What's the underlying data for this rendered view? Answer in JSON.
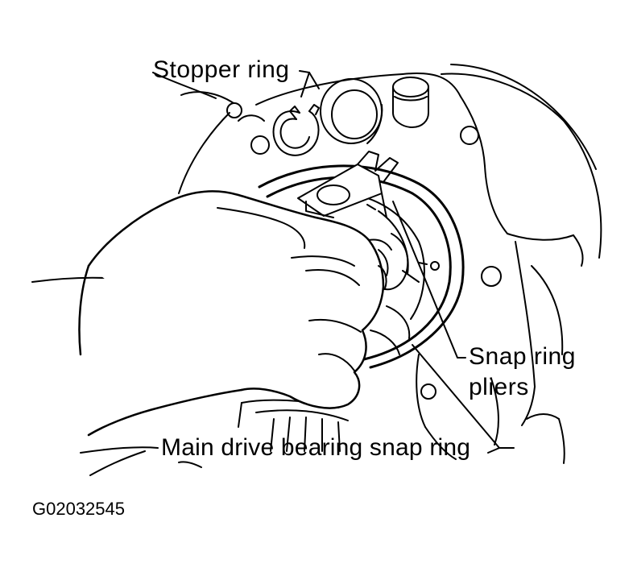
{
  "labels": {
    "stopper_ring": "Stopper ring",
    "snap_ring_pliers_line1": "Snap ring",
    "snap_ring_pliers_line2": "pliers",
    "main_drive_snap_ring": "Main drive bearing snap ring"
  },
  "figure_code": "G02032545",
  "colors": {
    "line": "#000000",
    "background": "#ffffff"
  }
}
